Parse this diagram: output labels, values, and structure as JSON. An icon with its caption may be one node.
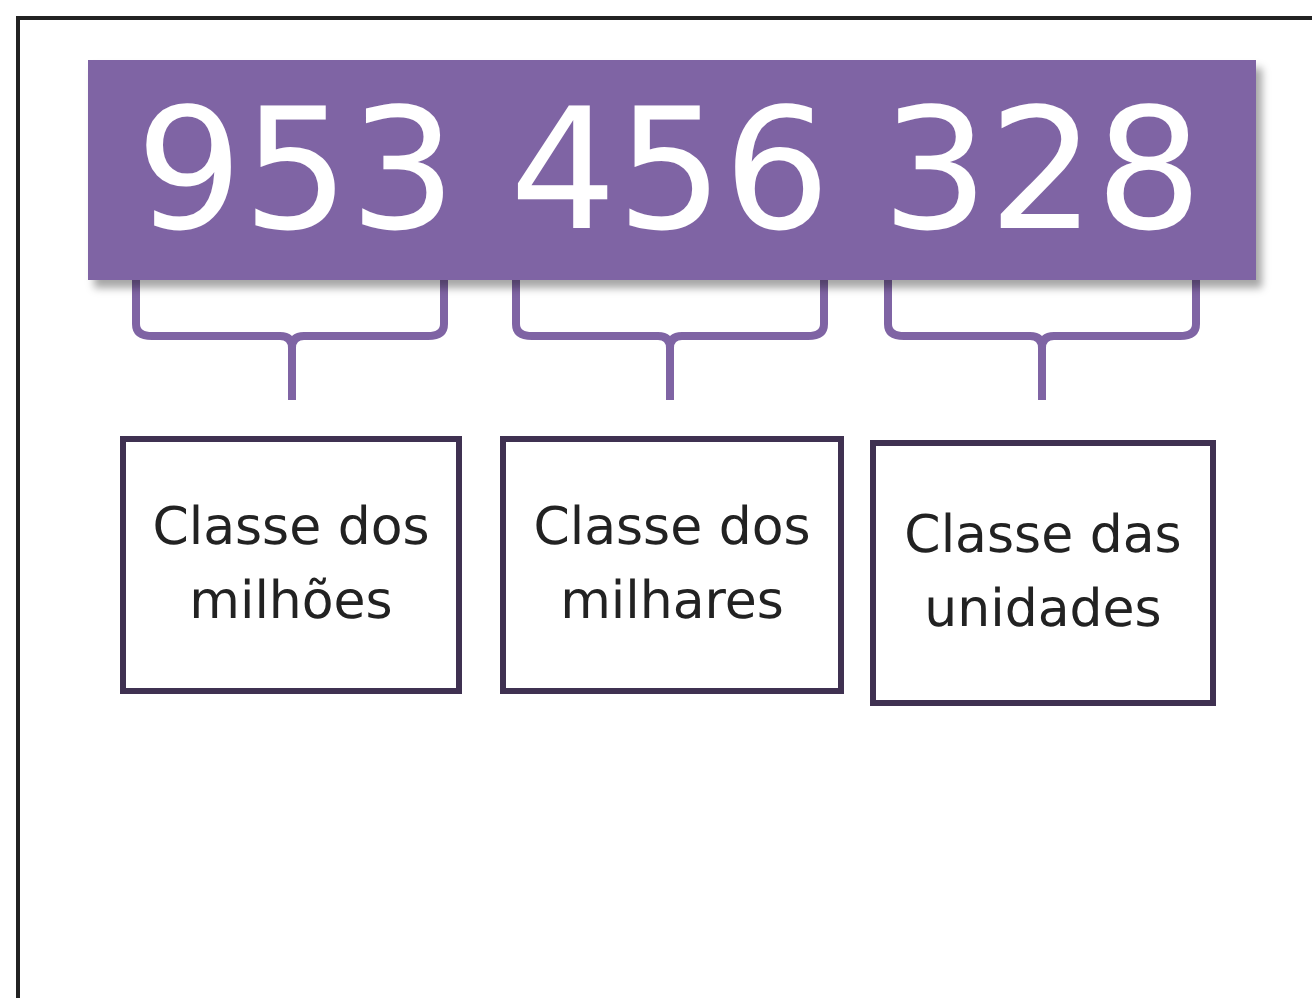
{
  "diagram": {
    "nodes": [
      {
        "text": [
          "953",
          "456",
          "328"
        ]
      },
      {
        "text": [
          "Classe dos milhões"
        ]
      },
      {
        "text": [
          "Classe dos milhares"
        ]
      },
      {
        "text": [
          "Classe das unidades"
        ]
      }
    ]
  }
}
